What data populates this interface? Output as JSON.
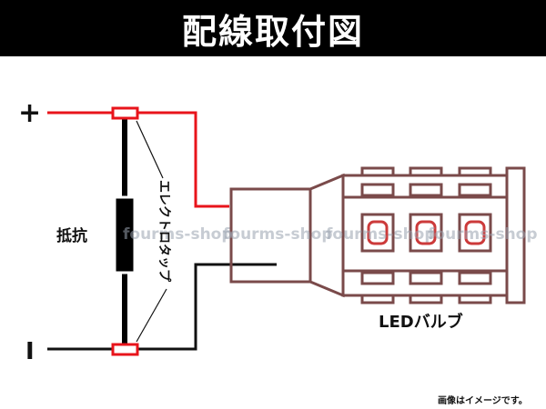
{
  "title": "配線取付図",
  "labels": {
    "plus": "+",
    "minus": "I",
    "resistor": "抵抗",
    "tap": "エレクトロタップ",
    "bulb": "LEDバルブ",
    "note": "画像はイメージです。"
  },
  "watermark": [
    "fourms-shop",
    "fourms-shop",
    "fourms-shop",
    "fourms-shop"
  ],
  "colors": {
    "positive_wire": "#e8141b",
    "negative_wire": "#111111",
    "bulb_body": "#7a4a4a",
    "led_chip": "#cc3a3a",
    "title_bg": "#000000"
  }
}
